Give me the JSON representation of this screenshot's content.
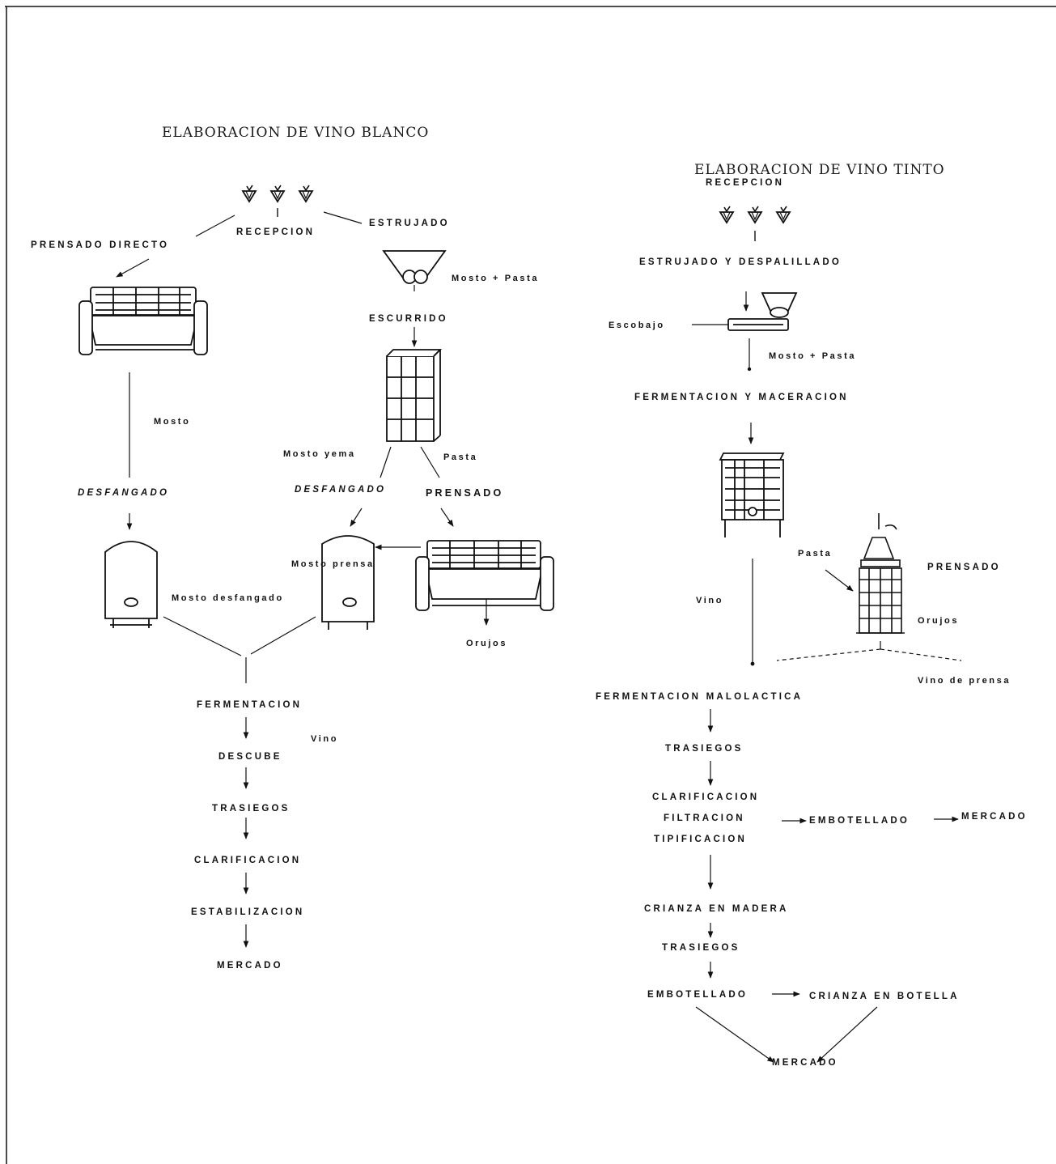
{
  "white": {
    "title": "ELABORACION DE VINO BLANCO",
    "recepcion": "RECEPCION",
    "prensado_directo": "PRENSADO DIRECTO",
    "estrujado": "ESTRUJADO",
    "mosto_pasta": "Mosto + Pasta",
    "escurrido": "ESCURRIDO",
    "mosto": "Mosto",
    "mosto_yema": "Mosto yema",
    "pasta": "Pasta",
    "desfangado_left": "DESFANGADO",
    "desfangado_mid": "DESFANGADO",
    "prensado": "PRENSADO",
    "mosto_prensa": "Mosto prensa",
    "mosto_desfangado": "Mosto desfangado",
    "orujos": "Orujos",
    "fermentacion": "FERMENTACION",
    "vino": "Vino",
    "descube": "DESCUBE",
    "trasiegos": "TRASIEGOS",
    "clarificacion": "CLARIFICACION",
    "estabilizacion": "ESTABILIZACION",
    "mercado": "MERCADO"
  },
  "red": {
    "title": "ELABORACION DE VINO TINTO",
    "recepcion": "RECEPCION",
    "estrujado_despalillado": "ESTRUJADO Y DESPALILLADO",
    "escobajo": "Escobajo",
    "mosto_pasta": "Mosto + Pasta",
    "fermentacion_maceracion": "FERMENTACION Y MACERACION",
    "pasta": "Pasta",
    "prensado": "PRENSADO",
    "vino": "Vino",
    "orujos": "Orujos",
    "vino_prensa": "Vino de prensa",
    "fermentacion_malolactica": "FERMENTACION MALOLACTICA",
    "trasiegos1": "TRASIEGOS",
    "clarificacion": "CLARIFICACION",
    "filtracion": "FILTRACION",
    "tipificacion": "TIPIFICACION",
    "embotellado1": "EMBOTELLADO",
    "mercado1": "MERCADO",
    "crianza_madera": "CRIANZA EN MADERA",
    "trasiegos2": "TRASIEGOS",
    "embotellado2": "EMBOTELLADO",
    "crianza_botella": "CRIANZA EN BOTELLA",
    "mercado2": "MERCADO"
  }
}
